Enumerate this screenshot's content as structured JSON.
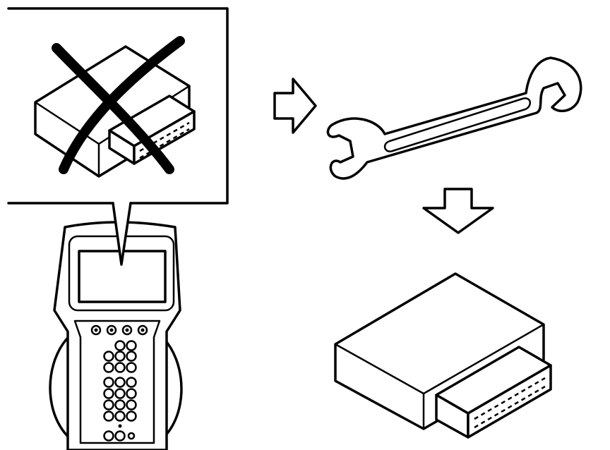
{
  "diagram": {
    "colors": {
      "line": "#000000",
      "background": "#ffffff"
    },
    "panels": [
      {
        "name": "callout-box",
        "shows": "control-module-crossed-out-icon"
      },
      {
        "name": "scan-tool",
        "shows": "handheld-scan-tool-icon"
      },
      {
        "name": "step-arrow-right",
        "shows": "arrow-right-icon"
      },
      {
        "name": "wrench",
        "shows": "open-end-wrench-icon"
      },
      {
        "name": "step-arrow-down",
        "shows": "arrow-down-icon"
      },
      {
        "name": "replacement-module",
        "shows": "control-module-icon"
      }
    ]
  }
}
